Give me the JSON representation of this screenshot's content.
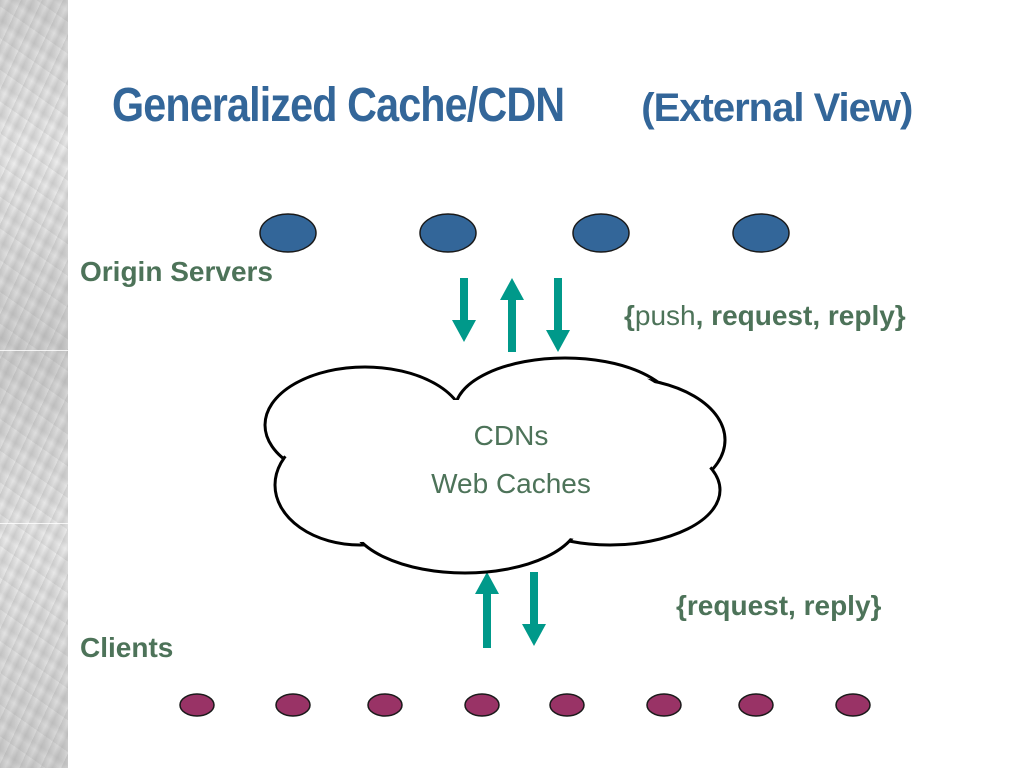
{
  "slide": {
    "title_main": "Generalized Cache/CDN",
    "title_sub": "(External View)"
  },
  "origin_servers": {
    "label": "Origin Servers",
    "count": 4,
    "color": "#336699"
  },
  "clients": {
    "label": "Clients",
    "count": 8,
    "color": "#993366"
  },
  "cloud": {
    "line1": "CDNs",
    "line2": "Web Caches"
  },
  "messages": {
    "upper_open": "{",
    "upper_push": "push",
    "upper_rest": ", request, reply}",
    "lower": "{request, reply}"
  },
  "colors": {
    "title": "#336699",
    "label_text": "#4d7359",
    "arrow": "#00998a"
  }
}
